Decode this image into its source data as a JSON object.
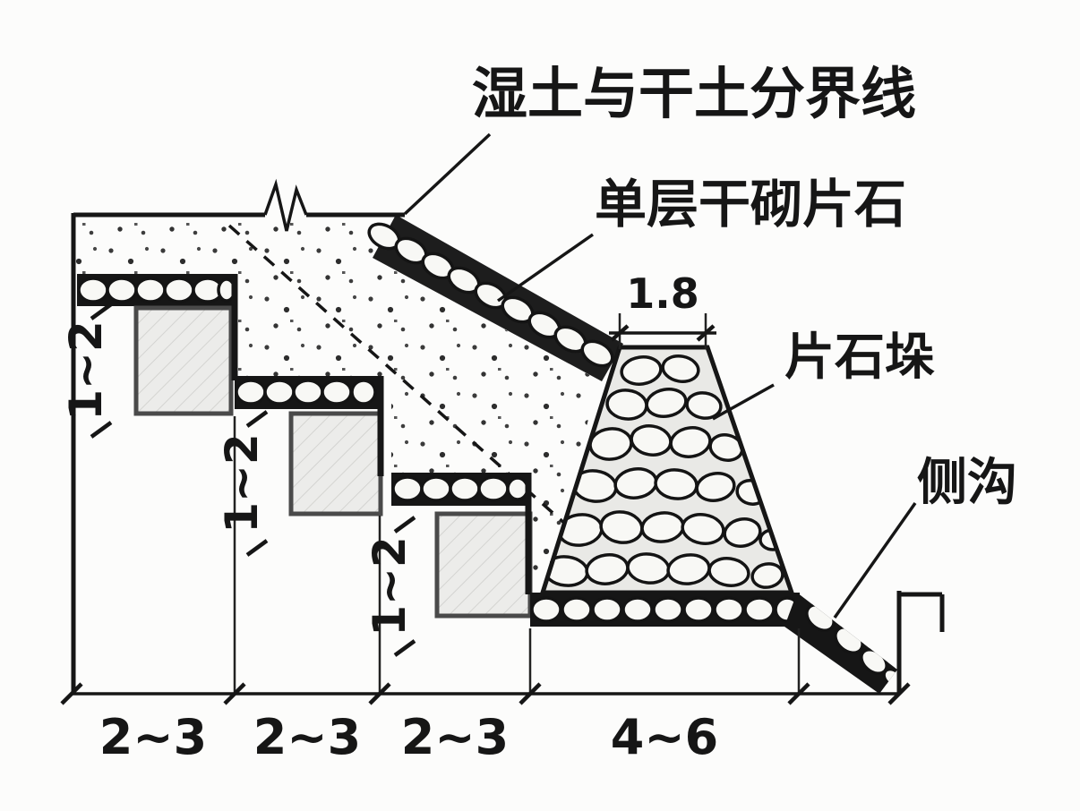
{
  "page": {
    "background": "#fcfcfb",
    "ink": "#161616"
  },
  "callouts": {
    "wet_dry_boundary": "湿土与干土分界线",
    "single_layer_drystone": "单层干砌片石",
    "stone_pile": "片石垛",
    "side_ditch": "侧沟"
  },
  "dims": {
    "pile_top": "1.8",
    "step_heights": [
      "1~2",
      "1~2",
      "1~2"
    ],
    "bottom_widths": [
      "2~3",
      "2~3",
      "2~3",
      "4~6"
    ]
  }
}
